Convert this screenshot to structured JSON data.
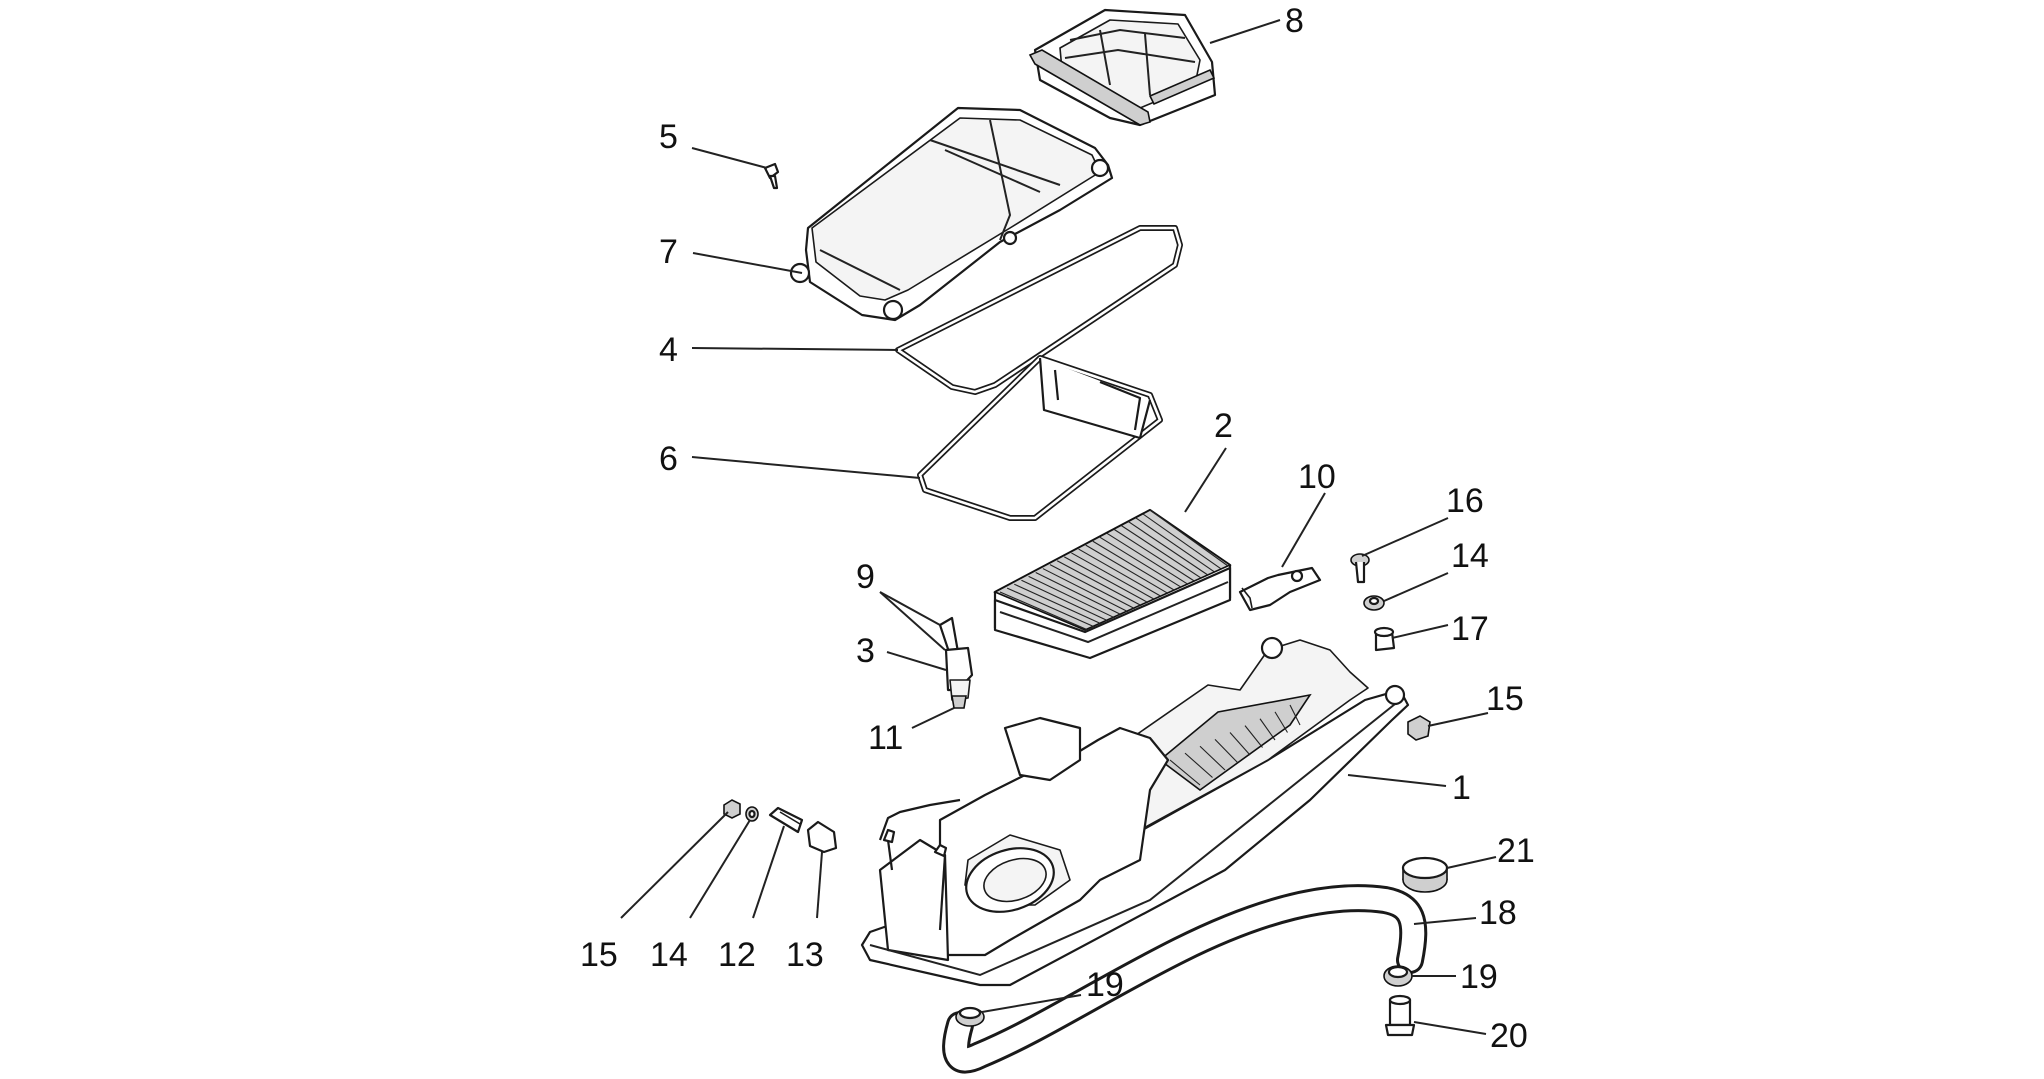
{
  "callouts": [
    {
      "id": "1",
      "label": "1"
    },
    {
      "id": "2",
      "label": "2"
    },
    {
      "id": "3",
      "label": "3"
    },
    {
      "id": "4",
      "label": "4"
    },
    {
      "id": "5",
      "label": "5"
    },
    {
      "id": "6",
      "label": "6"
    },
    {
      "id": "7",
      "label": "7"
    },
    {
      "id": "8",
      "label": "8"
    },
    {
      "id": "9",
      "label": "9"
    },
    {
      "id": "10",
      "label": "10"
    },
    {
      "id": "11",
      "label": "11"
    },
    {
      "id": "12",
      "label": "12"
    },
    {
      "id": "13",
      "label": "13"
    },
    {
      "id": "14a",
      "label": "14"
    },
    {
      "id": "14b",
      "label": "14"
    },
    {
      "id": "15a",
      "label": "15"
    },
    {
      "id": "15b",
      "label": "15"
    },
    {
      "id": "16",
      "label": "16"
    },
    {
      "id": "17",
      "label": "17"
    },
    {
      "id": "18",
      "label": "18"
    },
    {
      "id": "19a",
      "label": "19"
    },
    {
      "id": "19b",
      "label": "19"
    },
    {
      "id": "20",
      "label": "20"
    },
    {
      "id": "21",
      "label": "21"
    }
  ]
}
